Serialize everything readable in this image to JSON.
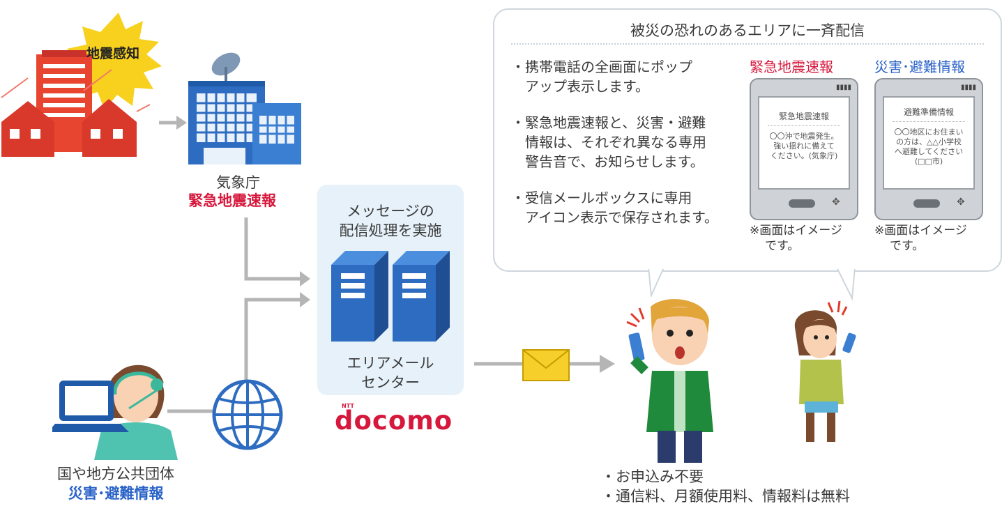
{
  "bubble": {
    "title": "被災の恐れのあるエリアに一斉配信",
    "bullets": [
      [
        "・携帯電話の全画面にポップ",
        "　アップ表示します。"
      ],
      [
        "・緊急地震速報と、災害・避難",
        "　情報は、それぞれ異なる専用",
        "　警告音で、お知らせします。"
      ],
      [
        "・受信メールボックスに専用",
        "　アイコン表示で保存されます。"
      ]
    ],
    "phones": [
      {
        "header": "緊急地震速報",
        "screen_title": "緊急地震速報",
        "screen_body": [
          "〇〇沖で地震発生。",
          "強い揺れに備えて",
          "ください。(気象庁)"
        ],
        "note": [
          "※画面はイメージ",
          "です。"
        ]
      },
      {
        "header": "災害･避難情報",
        "screen_title": "避難準備情報",
        "screen_body": [
          "〇〇地区にお住まい",
          "の方は、△△小学校",
          "へ避難してください",
          "(□□市)"
        ],
        "note": [
          "※画面はイメージ",
          "です。"
        ]
      }
    ]
  },
  "nodes": {
    "quake_burst": "地震感知",
    "jma": {
      "name": "気象庁",
      "service": "緊急地震速報"
    },
    "government": {
      "name": "国や地方公共団体",
      "service": "災害･避難情報"
    },
    "center": {
      "top": [
        "メッセージの",
        "配信処理を実施"
      ],
      "bottom": [
        "エリアメール",
        "センター"
      ],
      "brand": "docomo",
      "brand_small": "NTT"
    }
  },
  "footnotes": [
    "・お申込み不要",
    "・通信料、月額使用料、情報料は無料"
  ],
  "colors": {
    "red": "#d6183c",
    "blue": "#2a62c8",
    "building": "#2d6cc0",
    "arrow": "#b5b5b5"
  }
}
